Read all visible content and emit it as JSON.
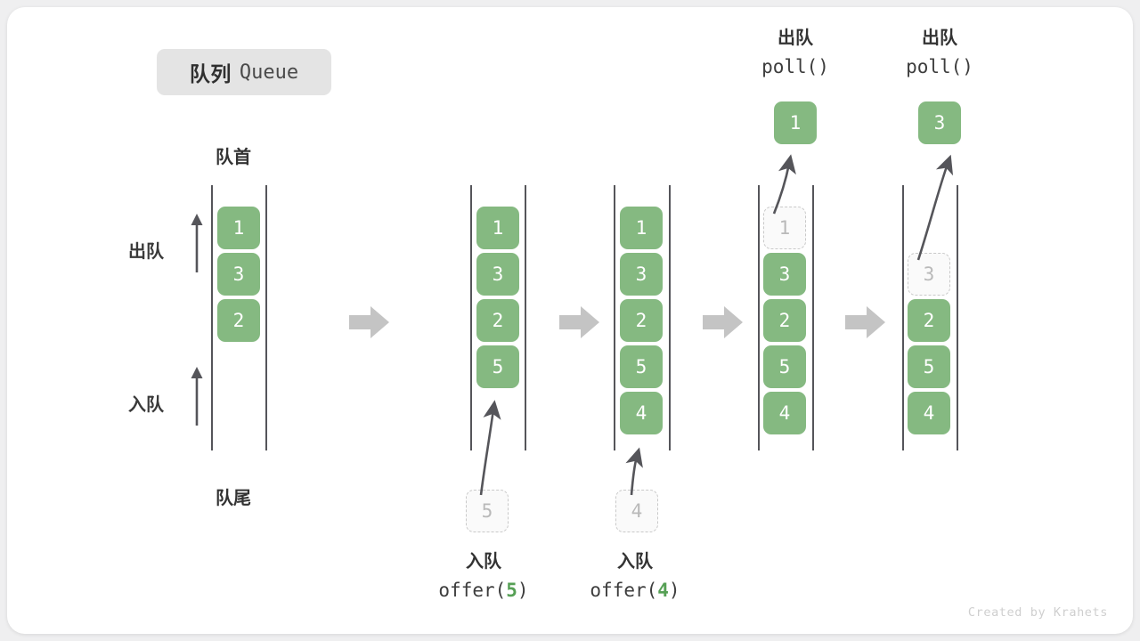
{
  "title": {
    "cn": "队列",
    "en": "Queue"
  },
  "labels": {
    "head": "队首",
    "tail": "队尾",
    "dequeue": "出队",
    "enqueue": "入队"
  },
  "watermark": "Created by Krahets",
  "colors": {
    "cell_fill": "#85b981",
    "cell_text": "#ffffff",
    "ghost_border": "#c9c9c9",
    "ghost_text": "#b9b9b9",
    "rail": "#55555a",
    "stage_arrow": "#c4c4c4",
    "accent_green": "#56a055",
    "label_text": "#333333",
    "card_bg": "#ffffff",
    "page_bg": "#efeff0",
    "badge_bg": "#e4e4e4"
  },
  "operations": [
    {
      "cn": "入队",
      "fn": "offer(",
      "arg": "5",
      "close": ")"
    },
    {
      "cn": "入队",
      "fn": "offer(",
      "arg": "4",
      "close": ")"
    },
    {
      "cn": "出队",
      "fn": "poll(",
      "arg": "",
      "close": ")"
    },
    {
      "cn": "出队",
      "fn": "poll(",
      "arg": "",
      "close": ")"
    }
  ],
  "stages": [
    {
      "name": "initial",
      "cells": [
        {
          "value": "1",
          "state": "filled"
        },
        {
          "value": "3",
          "state": "filled"
        },
        {
          "value": "2",
          "state": "filled"
        }
      ]
    },
    {
      "name": "after-offer-5",
      "cells": [
        {
          "value": "1",
          "state": "filled"
        },
        {
          "value": "3",
          "state": "filled"
        },
        {
          "value": "2",
          "state": "filled"
        },
        {
          "value": "5",
          "state": "filled"
        }
      ],
      "incoming": {
        "value": "5",
        "state": "ghost"
      }
    },
    {
      "name": "after-offer-4",
      "cells": [
        {
          "value": "1",
          "state": "filled"
        },
        {
          "value": "3",
          "state": "filled"
        },
        {
          "value": "2",
          "state": "filled"
        },
        {
          "value": "5",
          "state": "filled"
        },
        {
          "value": "4",
          "state": "filled"
        }
      ],
      "incoming": {
        "value": "4",
        "state": "ghost"
      }
    },
    {
      "name": "after-poll-1",
      "cells": [
        {
          "value": "1",
          "state": "ghost"
        },
        {
          "value": "3",
          "state": "filled"
        },
        {
          "value": "2",
          "state": "filled"
        },
        {
          "value": "5",
          "state": "filled"
        },
        {
          "value": "4",
          "state": "filled"
        }
      ],
      "popped": {
        "value": "1",
        "state": "filled"
      }
    },
    {
      "name": "after-poll-3",
      "cells": [
        {
          "value": "3",
          "state": "ghost"
        },
        {
          "value": "2",
          "state": "filled"
        },
        {
          "value": "5",
          "state": "filled"
        },
        {
          "value": "4",
          "state": "filled"
        }
      ],
      "popped": {
        "value": "3",
        "state": "filled"
      }
    }
  ]
}
